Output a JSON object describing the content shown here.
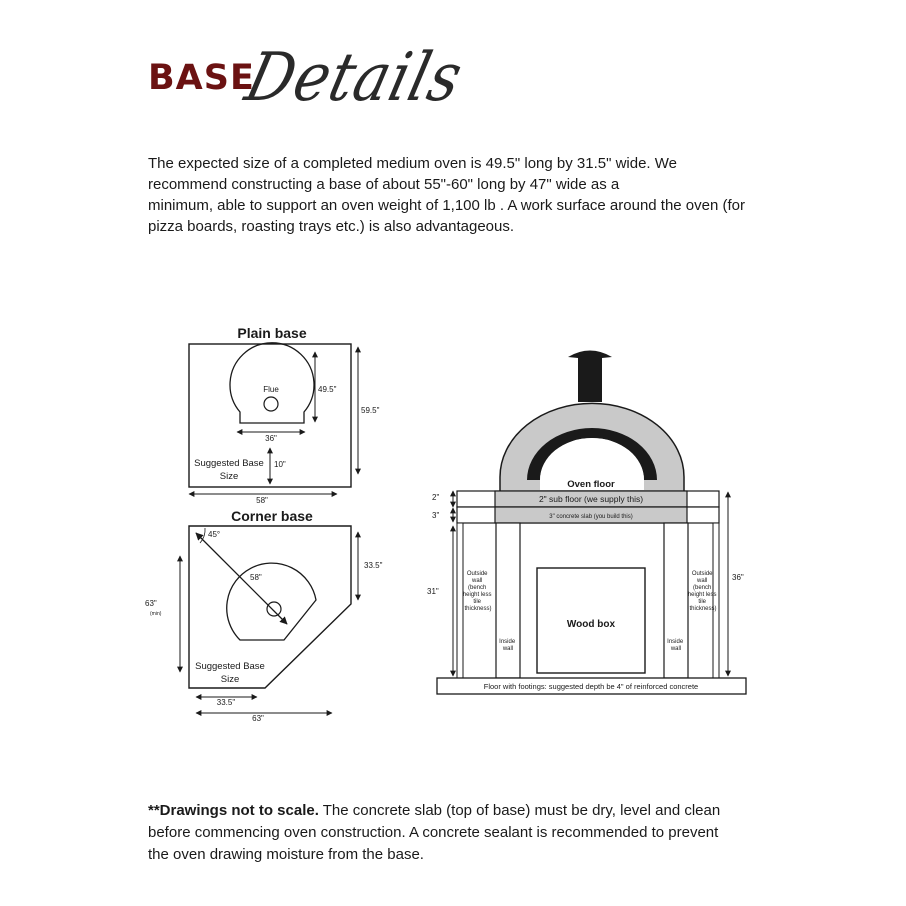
{
  "header": {
    "title_bold": "BASE",
    "title_script": "Details"
  },
  "intro": {
    "line1": "The  expected size of  a completed medium oven is 49.5\" long by  31.5\"  wide.  We",
    "line2": "recommend constructing a base of about 55\"-60\" long by 47\" wide as a",
    "line3": "minimum, able to support an oven weight of 1,100 lb . A work surface around  the oven (for",
    "line4": "pizza boards, roasting trays etc.) is also advantageous."
  },
  "plain_base": {
    "title": "Plain base",
    "flue": "Flue",
    "dim_height": "49.5\"",
    "dim_outer_height": "59.5\"",
    "dim_width": "36\"",
    "dim_gap": "10\"",
    "base_label_1": "Suggested Base",
    "base_label_2": "Size",
    "dim_outer_width": "58\""
  },
  "corner_base": {
    "title": "Corner base",
    "angle": "45°",
    "diagonal": "58\"",
    "dim_right": "33.5\"",
    "dim_left": "63\"",
    "dim_left_note": "(min)",
    "base_label_1": "Suggested Base",
    "base_label_2": "Size",
    "dim_bottom_short": "33.5\"",
    "dim_bottom_long": "63\""
  },
  "elevation": {
    "oven_floor": "Oven floor",
    "sub_floor": "2\" sub floor (we supply this)",
    "slab": "3\" concrete slab (you build this)",
    "dim_2": "2\"",
    "dim_3": "3\"",
    "dim_31": "31\"",
    "dim_36": "36\"",
    "outside_wall_left": [
      "Outside",
      "wall",
      "(bench",
      "height less",
      "tile",
      "thickness)"
    ],
    "outside_wall_right": [
      "Outside",
      "wall",
      "(bench",
      "height less",
      "tile",
      "thickness)"
    ],
    "inside_wall_left": [
      "Inside",
      "wall"
    ],
    "inside_wall_right": [
      "Inside",
      "wall"
    ],
    "wood_box": "Wood box",
    "footing": "Floor with footings: suggested depth be 4\" of reinforced concrete"
  },
  "footer": {
    "bold": "**Drawings not to scale.",
    "line1_rest": " The concrete slab (top of base) must be dry, level and clean",
    "line2": "before commencing oven construction. A concrete sealant is recommended  to prevent",
    "line3": "the oven drawing moisture from the base."
  },
  "colors": {
    "title_accent": "#6b1212",
    "dome_fill": "#c9c9c9",
    "flue_fill": "#1a1a1a"
  }
}
